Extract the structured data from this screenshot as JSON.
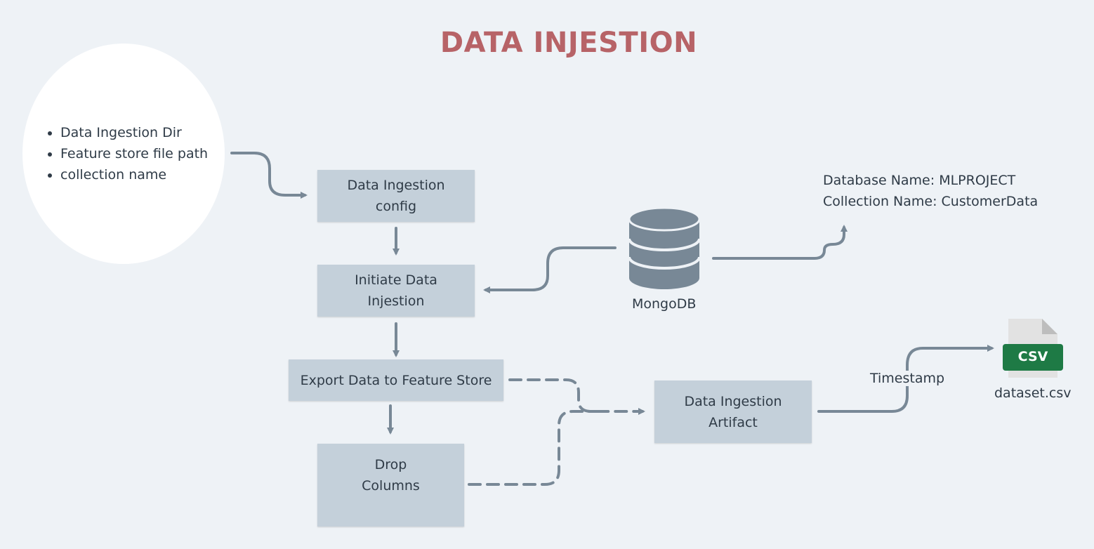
{
  "title": "DATA INJESTION",
  "config_inputs": [
    "Data Ingestion Dir",
    "Feature store file path",
    "collection name"
  ],
  "boxes": {
    "config": [
      "Data Ingestion",
      "config"
    ],
    "initiate": [
      "Initiate Data",
      "Injestion"
    ],
    "export": [
      "Export Data to Feature Store"
    ],
    "drop": [
      "Drop",
      "Columns"
    ],
    "artifact": [
      "Data Ingestion",
      "Artifact"
    ]
  },
  "mongodb_label": "MongoDB",
  "database_info": [
    "Database Name: MLPROJECT",
    "Collection Name: CustomerData"
  ],
  "timestamp_label": "Timestamp",
  "csv": {
    "badge": "CSV",
    "filename": "dataset.csv",
    "badge_color": "#1e7a45"
  },
  "colors": {
    "title": "#b76367",
    "box": "#c4d0da",
    "connector": "#788896",
    "db": "#788896",
    "background": "#eef2f6"
  }
}
